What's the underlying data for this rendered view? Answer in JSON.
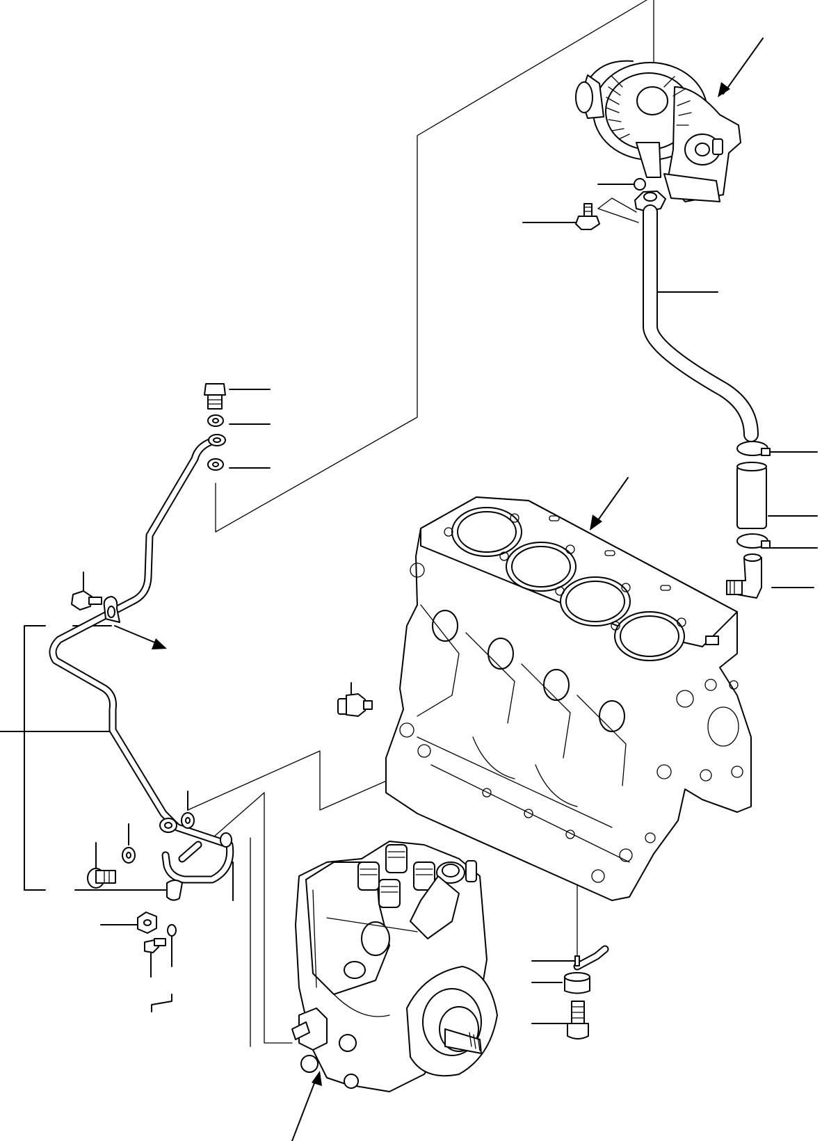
{
  "diagram": {
    "type": "exploded-parts-view",
    "components": [
      "turbocharger",
      "turbo-oil-return-pipe",
      "oil-supply-pipe",
      "cylinder-block",
      "fuel-injection-pump",
      "hose",
      "hose-clamp",
      "elbow-fitting",
      "banjo-bolt",
      "washer",
      "clip",
      "bolt",
      "nut",
      "oil-pressure-switch"
    ],
    "visible_text": []
  }
}
